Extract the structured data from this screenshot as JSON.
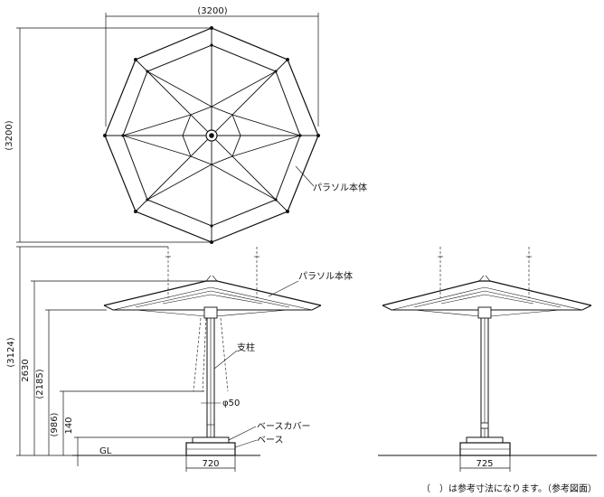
{
  "top_view": {
    "width_dim": "(3200)",
    "height_dim": "(3200)",
    "body_label": "パラソル本体"
  },
  "side_view": {
    "body_label": "パラソル本体",
    "pole_label": "支柱",
    "pole_diameter": "φ50",
    "base_cover_label": "ベースカバー",
    "base_label": "ベース",
    "ground_label": "GL",
    "dims": {
      "overall": "(3124)",
      "h2630": "2630",
      "h2185": "(2185)",
      "h986": "(986)",
      "h140": "140"
    },
    "base_width": "720"
  },
  "front_view": {
    "base_width": "725"
  },
  "note": "（　）は参考寸法になります。（参考図面）"
}
